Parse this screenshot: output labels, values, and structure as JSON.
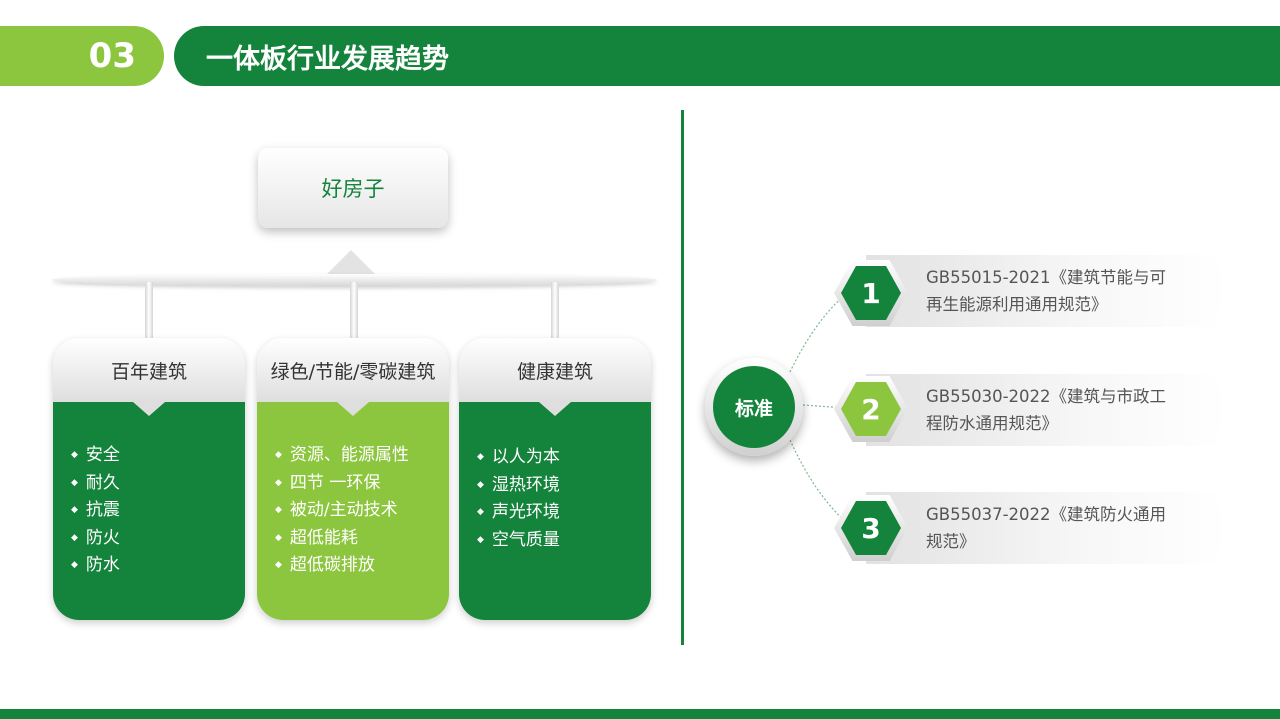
{
  "header": {
    "number": "03",
    "title": "一体板行业发展趋势"
  },
  "colors": {
    "dark_green": "#14833b",
    "light_green": "#8cc63f"
  },
  "left": {
    "root": "好房子",
    "columns": [
      {
        "title": "百年建筑",
        "style": "dark",
        "items": [
          "安全",
          "耐久",
          "抗震",
          "防火",
          "防水"
        ]
      },
      {
        "title": "绿色/节能/零碳建筑",
        "style": "light",
        "items": [
          "资源、能源属性",
          "四节 一环保",
          "被动/主动技术",
          "超低能耗",
          "超低碳排放"
        ]
      },
      {
        "title": "健康建筑",
        "style": "dark",
        "items": [
          "以人为本",
          "湿热环境",
          "声光环境",
          "空气质量"
        ]
      }
    ]
  },
  "right": {
    "hub": "标准",
    "standards": [
      {
        "num": "1",
        "style": "dark",
        "line1": "GB55015-2021《建筑节能与可",
        "line2": "再生能源利用通用规范》"
      },
      {
        "num": "2",
        "style": "light",
        "line1": "GB55030-2022《建筑与市政工",
        "line2": "程防水通用规范》"
      },
      {
        "num": "3",
        "style": "dark",
        "line1": "GB55037-2022《建筑防火通用",
        "line2": "规范》"
      }
    ]
  }
}
